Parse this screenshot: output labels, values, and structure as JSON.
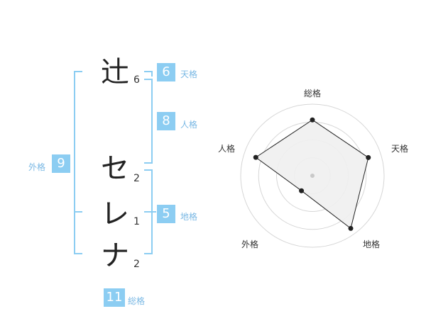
{
  "name_chars": [
    {
      "char": "辻",
      "strokes": "6"
    },
    {
      "char": "セ",
      "strokes": "2"
    },
    {
      "char": "レ",
      "strokes": "1"
    },
    {
      "char": "ナ",
      "strokes": "2"
    }
  ],
  "kakusu": {
    "tenkaku": {
      "label": "天格",
      "value": "6"
    },
    "jinkaku": {
      "label": "人格",
      "value": "8"
    },
    "chikaku": {
      "label": "地格",
      "value": "5"
    },
    "gaikaku": {
      "label": "外格",
      "value": "9"
    },
    "soukaku": {
      "label": "総格",
      "value": "11"
    }
  },
  "chart_data": {
    "type": "radar",
    "axes": [
      "総格",
      "天格",
      "地格",
      "外格",
      "人格"
    ],
    "values": [
      0.78,
      0.82,
      0.91,
      0.26,
      0.83
    ],
    "rings": 4
  },
  "colors": {
    "bracket": "#8ccdf2",
    "badge": "#8ccdf2",
    "radar_fill": "#efefef",
    "radar_line": "#222222"
  }
}
